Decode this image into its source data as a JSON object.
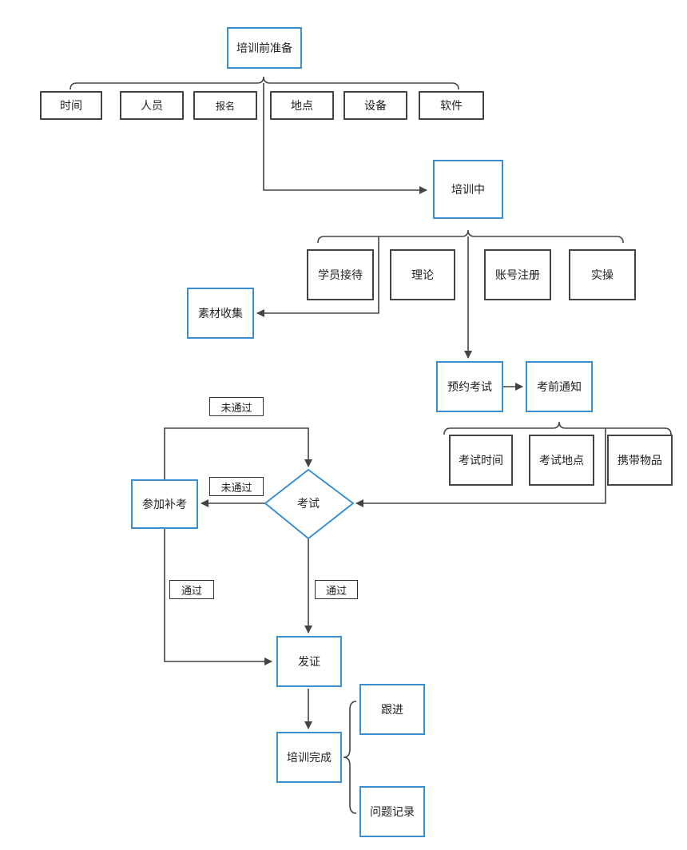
{
  "colors": {
    "accent": "#3a8fd1",
    "line": "#444444"
  },
  "nodes": {
    "prep": "培训前准备",
    "prep_items": [
      "时间",
      "人员",
      "报名",
      "地点",
      "设备",
      "软件"
    ],
    "during": "培训中",
    "during_items": [
      "学员接待",
      "理论",
      "账号注册",
      "实操"
    ],
    "material": "素材收集",
    "book_exam": "预约考试",
    "exam_notice": "考前通知",
    "notice_items": [
      "考试时间",
      "考试地点",
      "携带物品"
    ],
    "exam": "考试",
    "makeup": "参加补考",
    "certify": "发证",
    "complete": "培训完成",
    "follow_up": "跟进",
    "issue_log": "问题记录"
  },
  "edge_labels": {
    "fail_top": "未通过",
    "fail_left": "未通过",
    "pass_left": "通过",
    "pass_center": "通过"
  }
}
